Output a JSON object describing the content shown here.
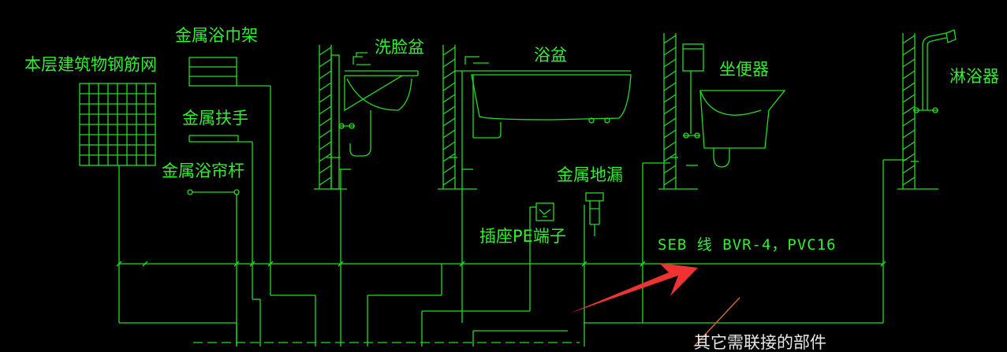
{
  "labels": {
    "rebar_mesh": "本层建筑物钢筋网",
    "towel_rack": "金属浴巾架",
    "handrail": "金属扶手",
    "curtain_rod": "金属浴帘杆",
    "washbasin": "洗脸盆",
    "bathtub": "浴盆",
    "toilet": "坐便器",
    "shower": "淋浴器",
    "floor_drain": "金属地漏",
    "socket_pe": "插座PE端子",
    "cable_spec": "SEB  线 BVR-4，PVC16",
    "bottom_note": "其它需联接的部件"
  },
  "colors": {
    "line": "#22dd22",
    "text": "#33ee33",
    "arrow": "#ee3333",
    "note_line": "#cc6633",
    "background": "#000000"
  }
}
